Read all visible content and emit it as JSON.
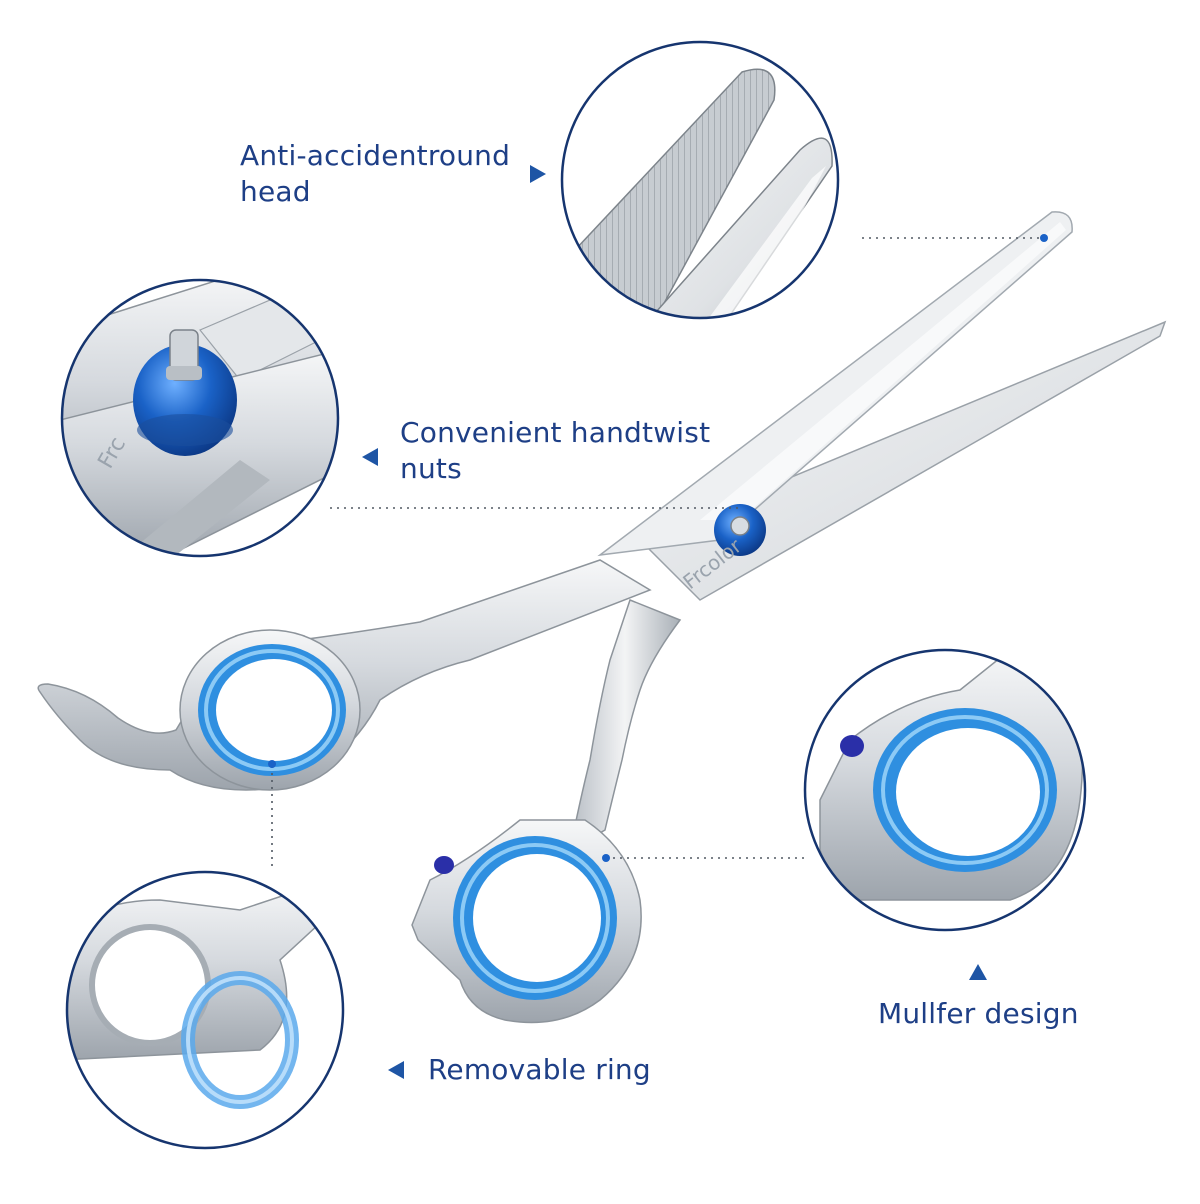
{
  "callouts": {
    "tip": {
      "line1": "Anti-accidentround",
      "line2": "head"
    },
    "nuts": {
      "line1": "Convenient handtwist",
      "line2": "nuts"
    },
    "ring": {
      "line1": "Removable ring"
    },
    "muffler": {
      "line1": "Mullfer design"
    }
  },
  "brand": {
    "blade_engraving": "Frcolor",
    "nut_engraving": "Frc"
  },
  "colors": {
    "label_text": "#1e3f86",
    "pointer": "#1e55a5",
    "ring_blue": "#2f8fe0",
    "nut_blue": "#1a62c7",
    "steel": "#c9ced4",
    "circle_border": "#16356f"
  }
}
